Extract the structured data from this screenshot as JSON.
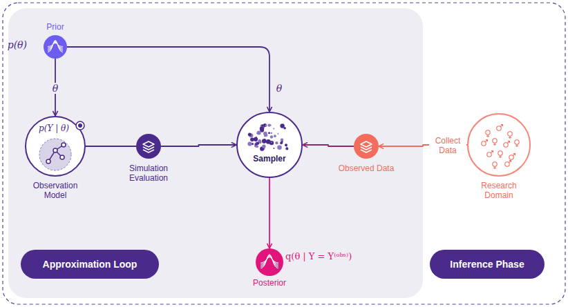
{
  "diagram": {
    "nodes": [
      {
        "text": [
          "Prior",
          "p(θ)"
        ]
      },
      {
        "text": [
          "p(Y | θ)",
          "Observation Model"
        ]
      },
      {
        "text": [
          "Simulation Evaluation"
        ]
      },
      {
        "text": [
          "Sampler"
        ]
      },
      {
        "text": [
          "Observed Data"
        ]
      },
      {
        "text": [
          "Research Domain"
        ]
      },
      {
        "text": [
          "q(θ | Y = Y⁽ᵒᵇˢ⁾)",
          "Posterior"
        ]
      },
      {
        "text": [
          "Approximation Loop"
        ]
      },
      {
        "text": [
          "Inference Phase"
        ]
      }
    ],
    "edges": [
      {
        "from": 0,
        "to": 1,
        "label": "θ",
        "arrow": "to"
      },
      {
        "from": 0,
        "to": 3,
        "label": "θ",
        "arrow": "to"
      },
      {
        "from": 1,
        "to": 2,
        "arrow": "none"
      },
      {
        "from": 2,
        "to": 3,
        "arrow": "to"
      },
      {
        "from": 4,
        "to": 3,
        "arrow": "to"
      },
      {
        "from": 5,
        "to": 4,
        "label": "Collect Data",
        "arrow": "to"
      },
      {
        "from": 3,
        "to": 6,
        "arrow": "to"
      }
    ]
  }
}
